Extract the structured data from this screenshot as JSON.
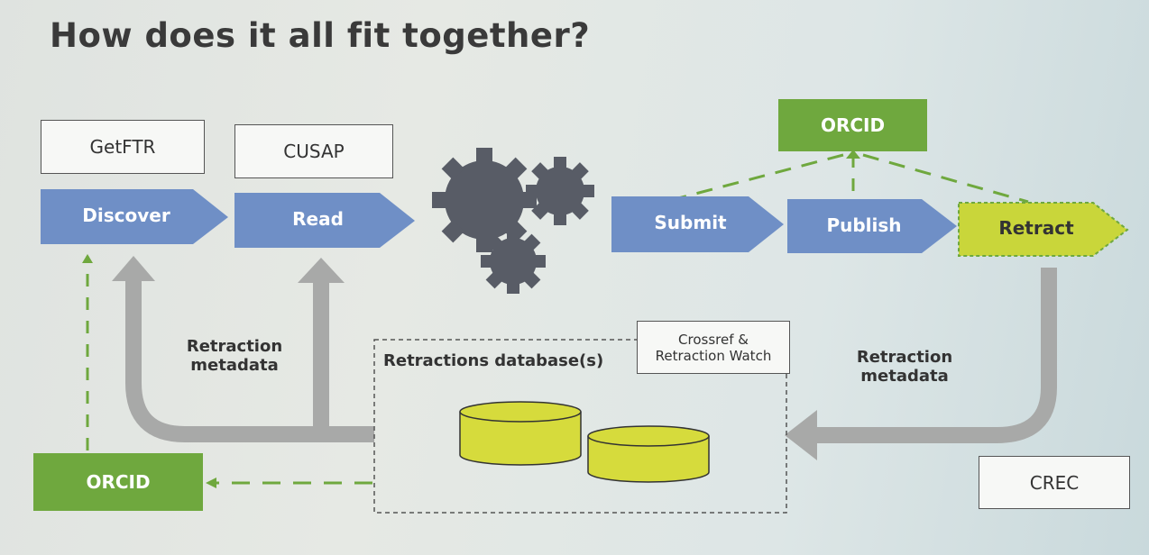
{
  "title": "How does it all fit together?",
  "top_boxes": {
    "getftr": "GetFTR",
    "cusap": "CUSAP"
  },
  "process": {
    "discover": "Discover",
    "read": "Read",
    "submit": "Submit",
    "publish": "Publish",
    "retract": "Retract"
  },
  "orcid_top": "ORCID",
  "orcid_bottom": "ORCID",
  "retraction_metadata_left": "Retraction metadata",
  "retraction_metadata_right": "Retraction metadata",
  "database": {
    "label": "Retractions database(s)",
    "source": "Crossref & Retraction Watch"
  },
  "crec": "CREC",
  "colors": {
    "blue_arrow": "#6f8fc6",
    "orcid_green": "#6fa83e",
    "retract_yellow": "#c9d63a",
    "database_yellow": "#d6db3c",
    "flow_gray": "#a8a9a8",
    "gear_gray": "#585c66"
  }
}
